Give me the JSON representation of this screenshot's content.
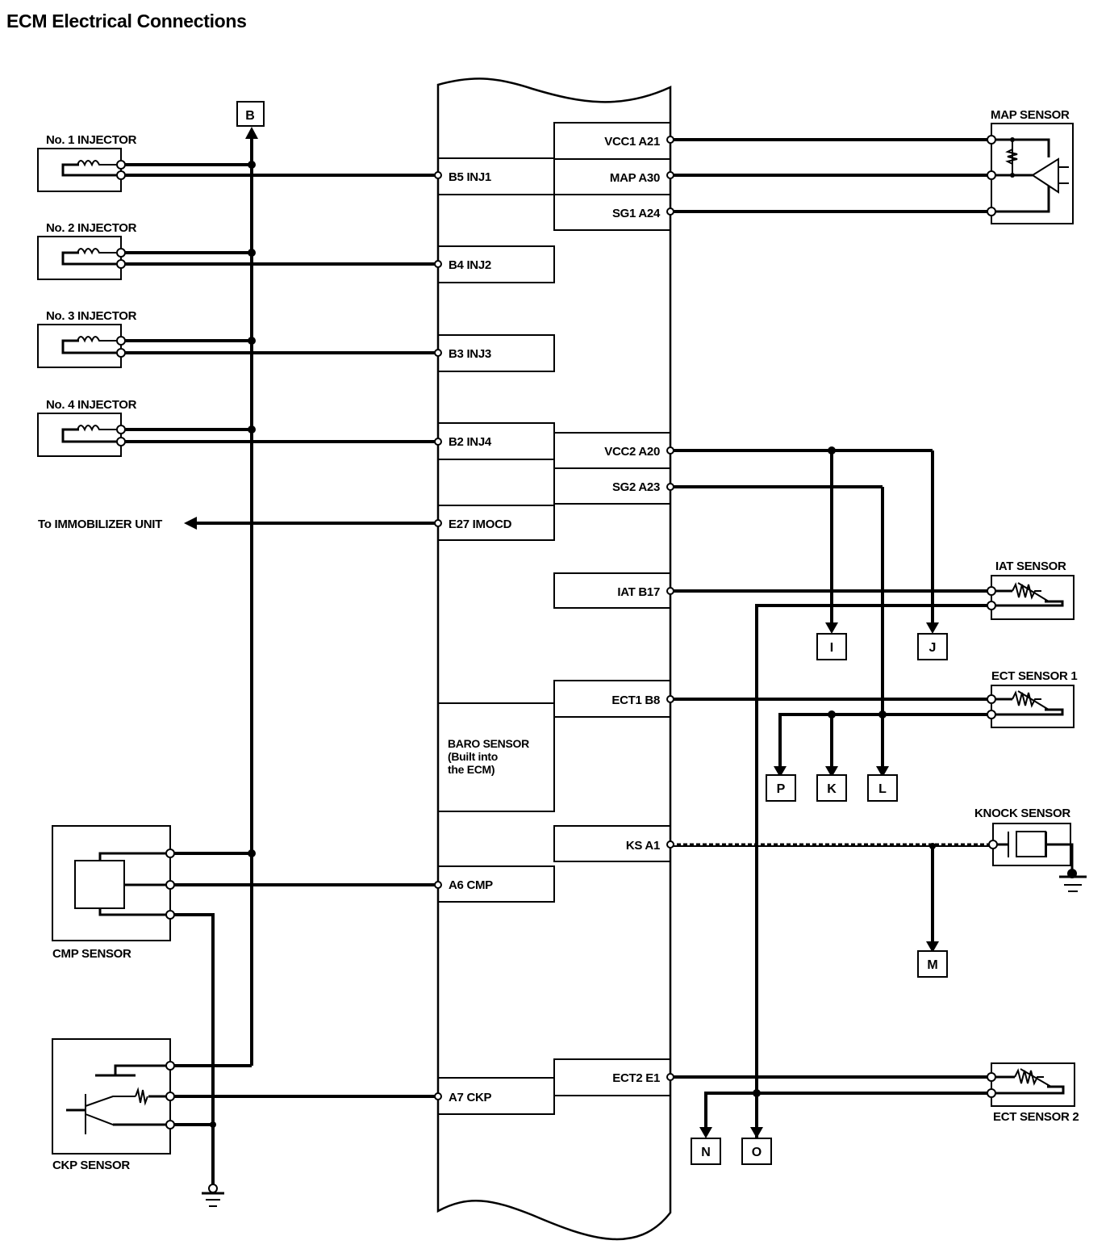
{
  "title": "ECM Electrical Connections",
  "ecm": {
    "left_pins": [
      {
        "id": "b5",
        "label": "B5 INJ1"
      },
      {
        "id": "b4",
        "label": "B4 INJ2"
      },
      {
        "id": "b3",
        "label": "B3 INJ3"
      },
      {
        "id": "b2",
        "label": "B2 INJ4"
      },
      {
        "id": "e27",
        "label": "E27 IMOCD"
      },
      {
        "id": "a6",
        "label": "A6 CMP"
      },
      {
        "id": "a7",
        "label": "A7 CKP"
      }
    ],
    "right_pins": [
      {
        "id": "a21",
        "label": "VCC1 A21"
      },
      {
        "id": "a30",
        "label": "MAP A30"
      },
      {
        "id": "a24",
        "label": "SG1 A24"
      },
      {
        "id": "a20",
        "label": "VCC2 A20"
      },
      {
        "id": "a23",
        "label": "SG2 A23"
      },
      {
        "id": "b17",
        "label": "IAT B17"
      },
      {
        "id": "b8",
        "label": "ECT1 B8"
      },
      {
        "id": "a1",
        "label": "KS A1"
      },
      {
        "id": "e1",
        "label": "ECT2 E1"
      }
    ],
    "baro": [
      "BARO SENSOR",
      "(Built into",
      "the ECM)"
    ]
  },
  "components": {
    "injector1": "No. 1 INJECTOR",
    "injector2": "No. 2 INJECTOR",
    "injector3": "No. 3 INJECTOR",
    "injector4": "No. 4 INJECTOR",
    "immobilizer": "To IMMOBILIZER UNIT",
    "cmp": "CMP SENSOR",
    "ckp": "CKP SENSOR",
    "map": "MAP SENSOR",
    "iat": "IAT SENSOR",
    "ect1": "ECT SENSOR 1",
    "knock": "KNOCK SENSOR",
    "ect2": "ECT SENSOR 2"
  },
  "connectors": {
    "B": "B",
    "I": "I",
    "J": "J",
    "P": "P",
    "K": "K",
    "L": "L",
    "M": "M",
    "N": "N",
    "O": "O"
  }
}
